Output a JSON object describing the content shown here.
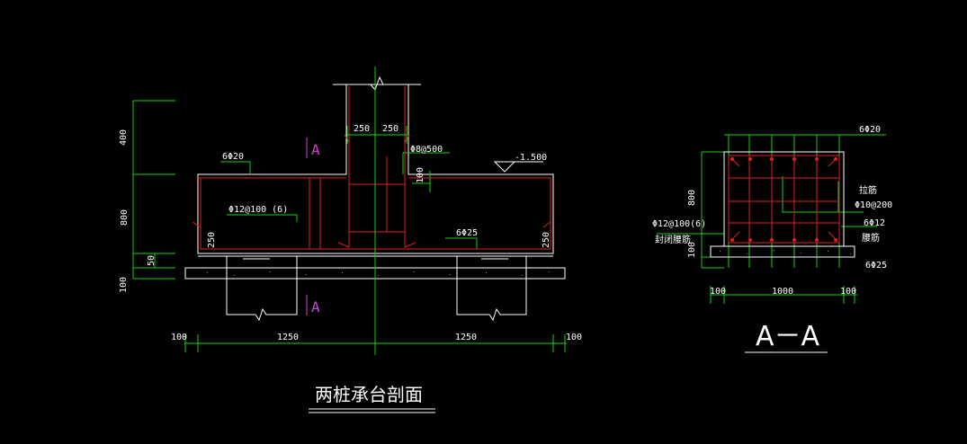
{
  "colors": {
    "background": "#000000",
    "outline": "#ffffff",
    "rebar": "#e02020",
    "dimension": "#12d212",
    "section_mark": "#d23fd2"
  },
  "main_section": {
    "title": "两桩承台剖面",
    "section_mark": "A",
    "column_dim_left": "250",
    "column_dim_right": "250",
    "elevation": "-1.500",
    "top_rebar": "6Φ20",
    "stirrup_label": "Φ8@500",
    "stirrup_dim": "100",
    "side_rebar": "Φ12@100 (6)",
    "bottom_rebar": "6Φ25",
    "cover_left": "250",
    "cover_right": "250",
    "dim_height_upper": "400",
    "dim_height_cap": "800",
    "dim_height_cushion": "50",
    "dim_height_pad": "100",
    "dim_bottom_edge_left": "100",
    "dim_bottom_span_left": "1250",
    "dim_bottom_span_right": "1250",
    "dim_bottom_edge_right": "100"
  },
  "section_aa": {
    "title": "A－A",
    "top_rebar": "6Φ20",
    "tie_label": "拉筋",
    "tie_spec": "Φ10@200",
    "side_rebar": "Φ12@100(6)",
    "side_rebar_desc": "封闭腰筋",
    "waist_rebar": "6Φ12",
    "waist_rebar_desc": "腰筋",
    "bottom_rebar": "6Φ25",
    "dim_height": "800",
    "dim_pad": "100",
    "dim_edge_left": "100",
    "dim_width": "1000",
    "dim_edge_right": "100"
  }
}
